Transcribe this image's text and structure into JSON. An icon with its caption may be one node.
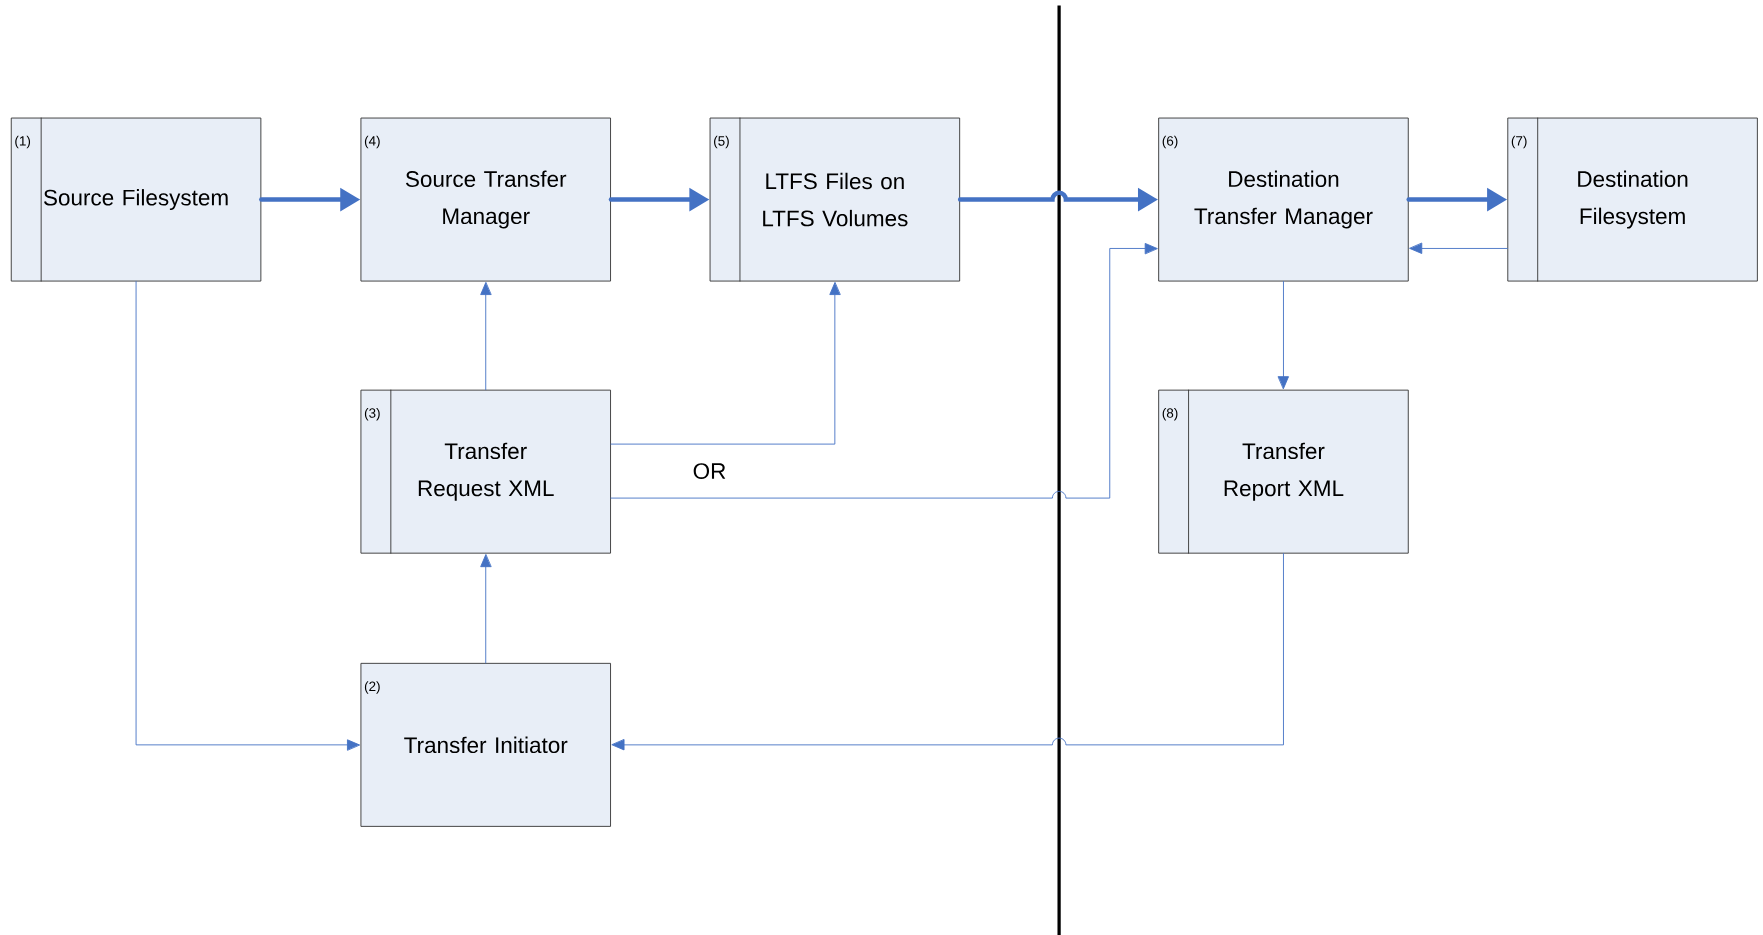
{
  "diagram": {
    "nodes": [
      {
        "text": [
          "(1)",
          "Source Filesystem"
        ]
      },
      {
        "text": [
          "(4)",
          "Source Transfer Manager"
        ]
      },
      {
        "text": [
          "(5)",
          "LTFS Files on LTFS Volumes"
        ]
      },
      {
        "text": [
          "(6)",
          "Destination Transfer Manager"
        ]
      },
      {
        "text": [
          "(7)",
          "Destination Filesystem"
        ]
      },
      {
        "text": [
          "(3)",
          "Transfer Request XML"
        ]
      },
      {
        "text": [
          "(8)",
          "Transfer Report XML"
        ]
      },
      {
        "text": [
          "(2)",
          "Transfer Initiator"
        ]
      }
    ],
    "edges": [
      {
        "from": 0,
        "to": 1,
        "arrow": "to",
        "style": "thick"
      },
      {
        "from": 1,
        "to": 2,
        "arrow": "to",
        "style": "thick"
      },
      {
        "from": 2,
        "to": 3,
        "arrow": "to",
        "style": "thick"
      },
      {
        "from": 3,
        "to": 4,
        "arrow": "to",
        "style": "thick"
      },
      {
        "from": 4,
        "to": 3,
        "arrow": "to"
      },
      {
        "from": 5,
        "to": 1,
        "arrow": "to"
      },
      {
        "from": 5,
        "to": 2,
        "arrow": "to"
      },
      {
        "from": 5,
        "to": 3,
        "arrow": "to"
      },
      {
        "from": 3,
        "to": 6,
        "arrow": "to"
      },
      {
        "from": 7,
        "to": 5,
        "arrow": "to"
      },
      {
        "from": 0,
        "to": 7,
        "arrow": "to"
      },
      {
        "from": 6,
        "to": 7,
        "arrow": "to"
      }
    ],
    "labels": [
      "OR"
    ]
  }
}
